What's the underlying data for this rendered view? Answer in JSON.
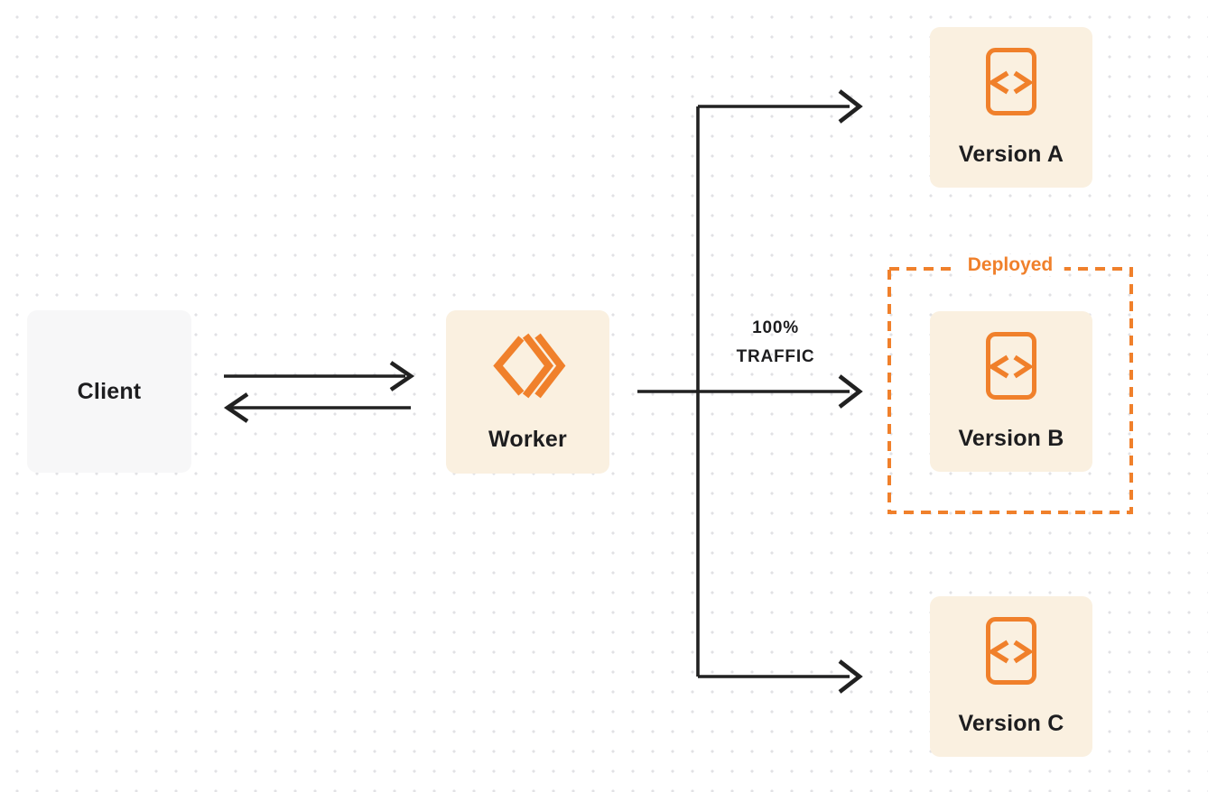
{
  "diagram": {
    "client": {
      "label": "Client"
    },
    "worker": {
      "label": "Worker",
      "icon": "worker-chevrons-icon"
    },
    "traffic_label": {
      "line1": "100%",
      "line2": "TRAFFIC"
    },
    "deployed_group": {
      "label": "Deployed",
      "contains": "Version B"
    },
    "versions": [
      {
        "label": "Version A",
        "icon": "code-file-icon"
      },
      {
        "label": "Version B",
        "icon": "code-file-icon",
        "deployed": true
      },
      {
        "label": "Version C",
        "icon": "code-file-icon"
      }
    ],
    "arrows": [
      "client-to-worker",
      "worker-to-client",
      "worker-to-version-a",
      "worker-to-version-b",
      "worker-to-version-c"
    ]
  },
  "colors": {
    "orange": "#F0802B",
    "cream_box": "#FAF0E0",
    "client_box": "#F7F7F8",
    "arrow": "#212121",
    "label_text": "#1D1D1F",
    "dot_grid": "#E1E1E4",
    "background": "#FFFFFF"
  }
}
